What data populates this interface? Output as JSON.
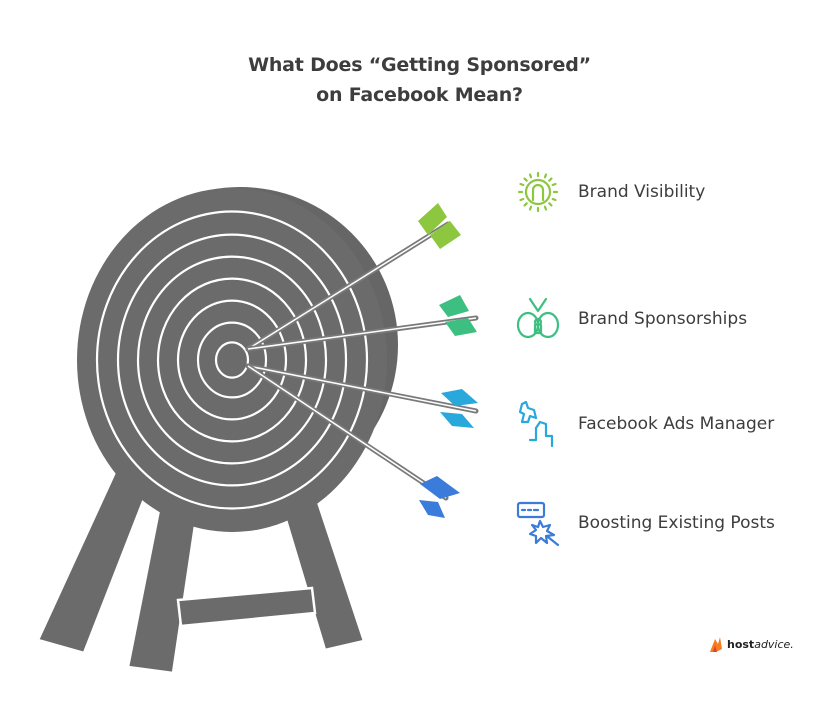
{
  "title": {
    "line1": "What Does “Getting Sponsored”",
    "line2": "on Facebook Mean?"
  },
  "items": [
    {
      "label": "Brand Visibility",
      "icon": "sun-lightbulb-icon",
      "color": "#8dc63f"
    },
    {
      "label": "Brand Sponsorships",
      "icon": "handshake-icon",
      "color": "#3dbf82"
    },
    {
      "label": "Facebook Ads Manager",
      "icon": "hands-icon",
      "color": "#29a8dc"
    },
    {
      "label": "Boosting Existing Posts",
      "icon": "boost-post-icon",
      "color": "#3b7bd9"
    }
  ],
  "target": {
    "color": "#6b6b6b",
    "ring_color": "#ffffff"
  },
  "logo": {
    "part1": "host",
    "part2": "advice."
  }
}
